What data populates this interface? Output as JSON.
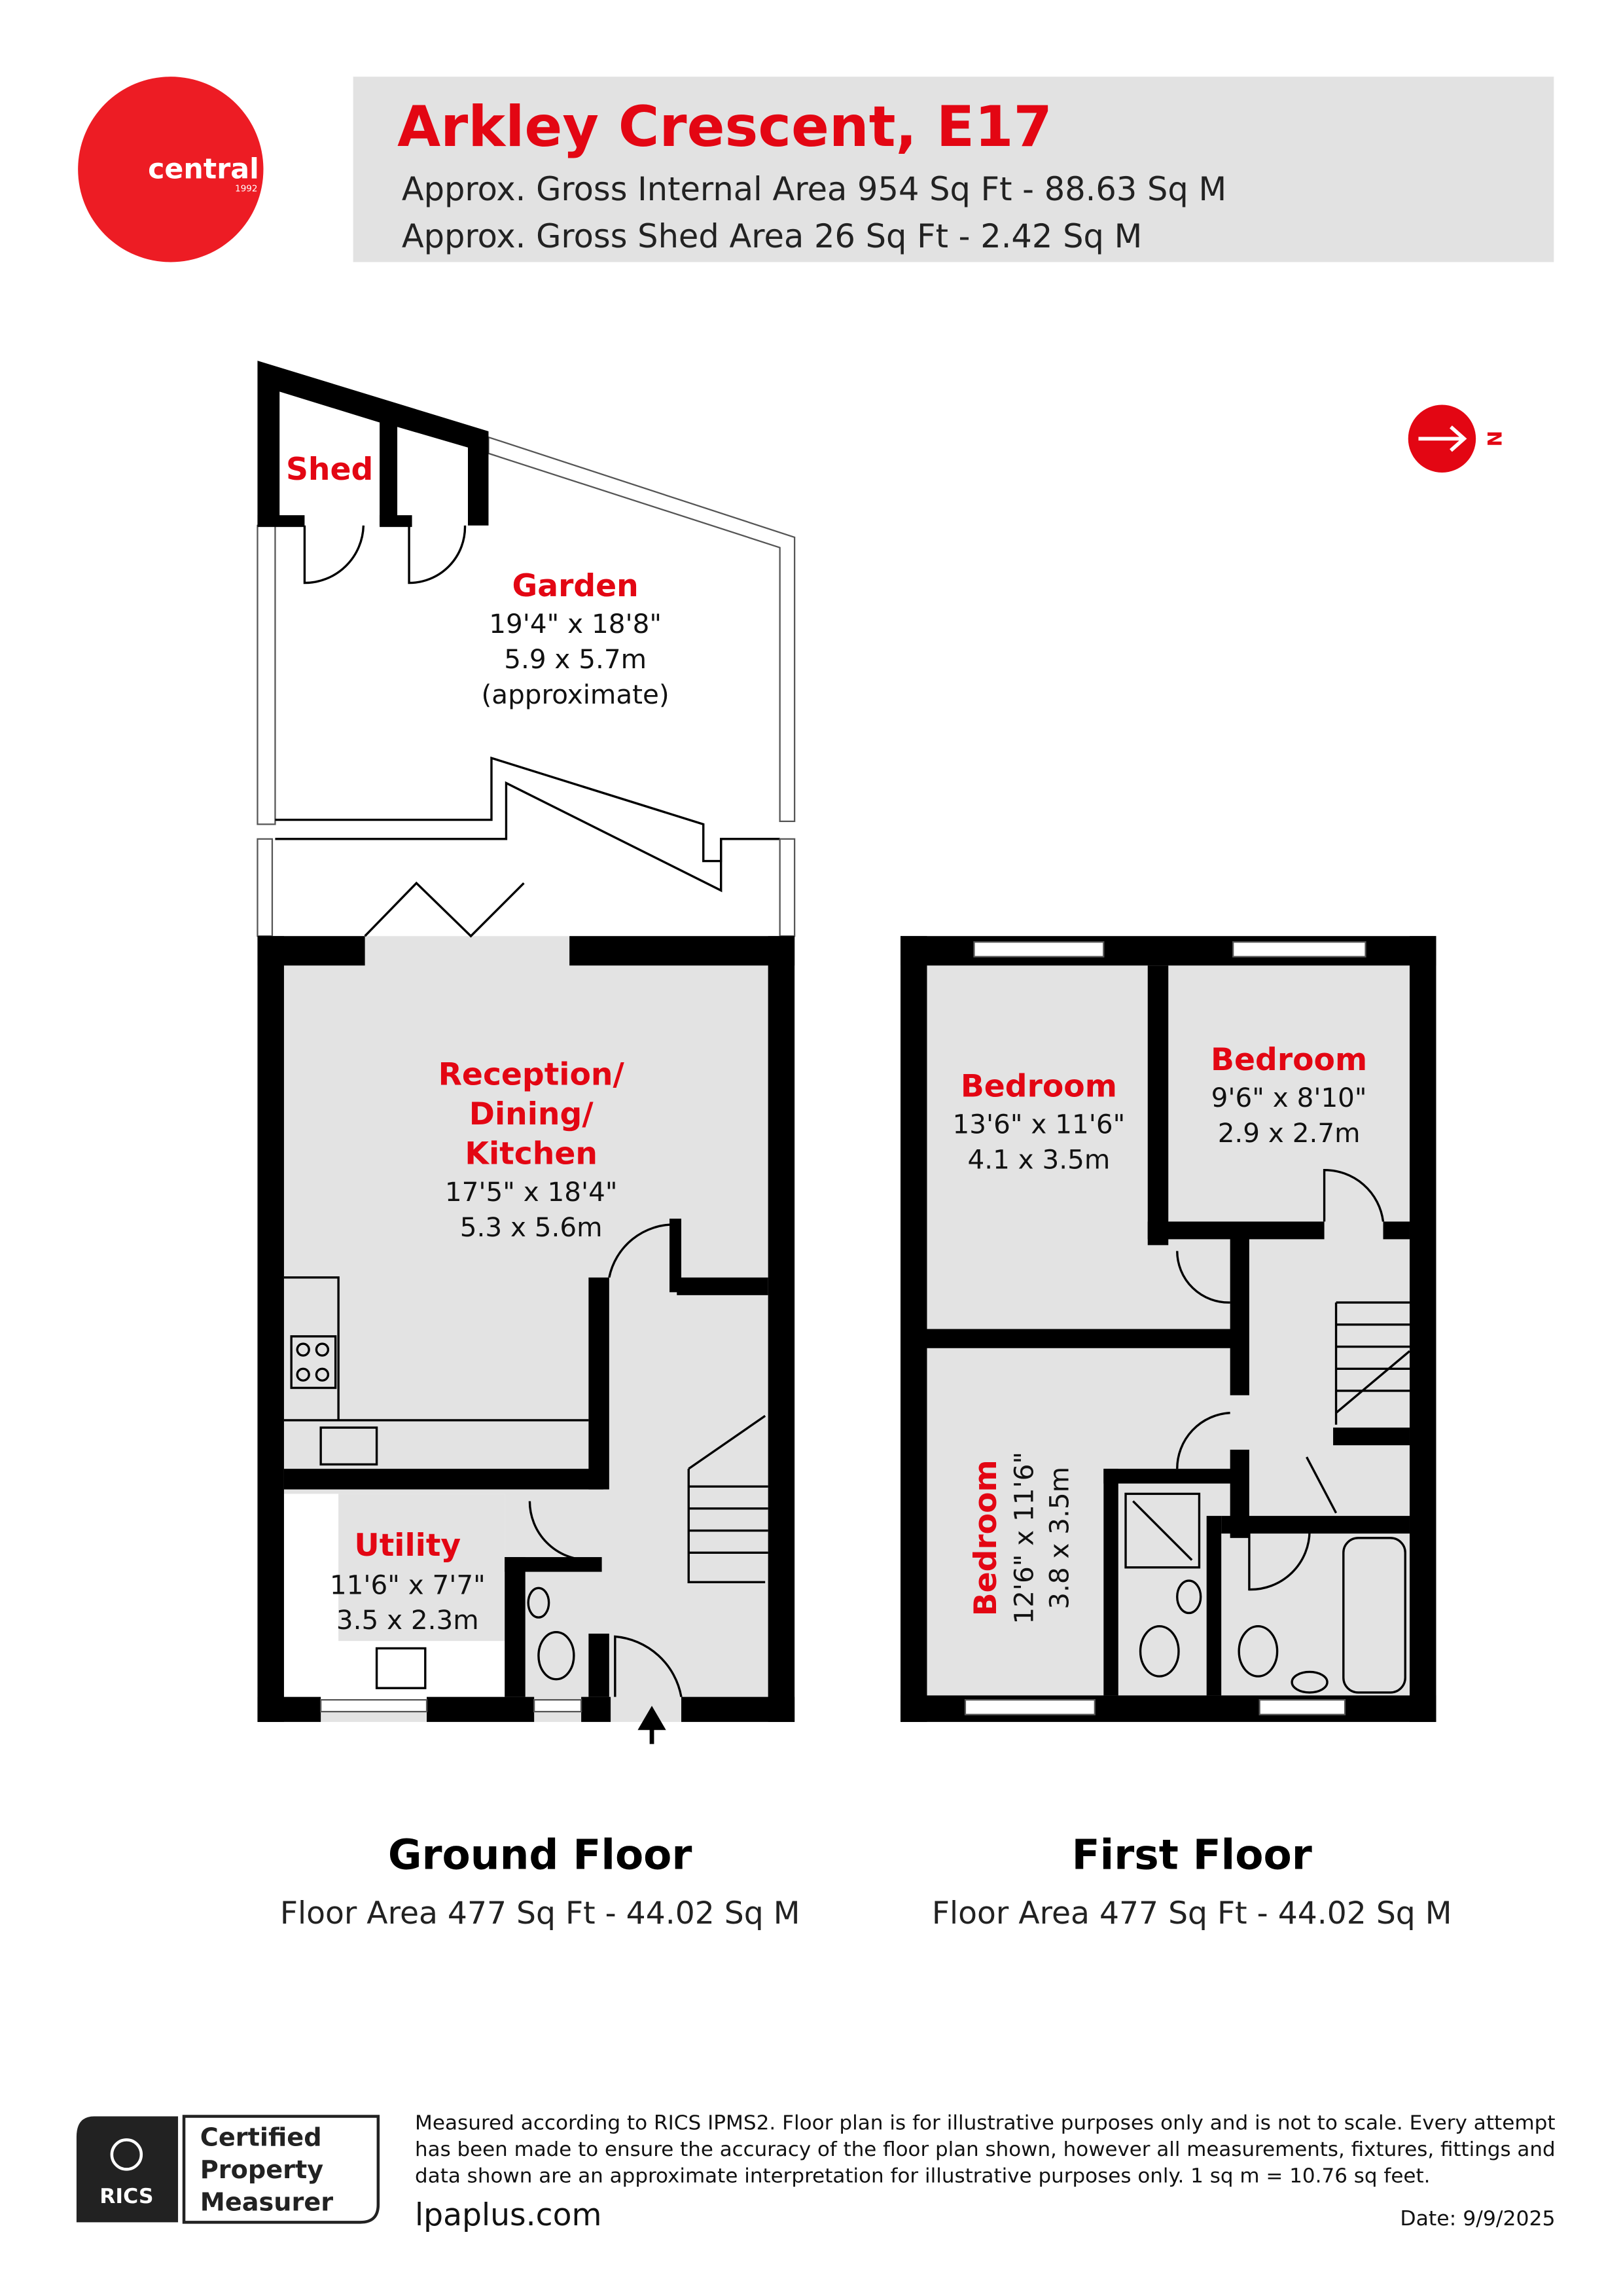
{
  "brand": {
    "logo_text": "central",
    "logo_year": "1992",
    "color": "#ed1c24"
  },
  "header": {
    "title": "Arkley Crescent, E17",
    "gross_internal": "Approx. Gross Internal Area 954 Sq Ft - 88.63 Sq M",
    "gross_shed": "Approx. Gross Shed Area 26 Sq Ft - 2.42 Sq M",
    "title_color": "#e30613"
  },
  "compass": {
    "label": "N",
    "icon": "north-arrow-icon"
  },
  "ground_floor": {
    "title": "Ground Floor",
    "area": "Floor Area 477 Sq Ft - 44.02 Sq M",
    "rooms": [
      {
        "name": "Shed",
        "lines": []
      },
      {
        "name": "Garden",
        "lines": [
          "19'4\" x 18'8\"",
          "5.9 x 5.7m",
          "(approximate)"
        ]
      },
      {
        "name": [
          "Reception/",
          "Dining/",
          "Kitchen"
        ],
        "lines": [
          "17'5\" x 18'4\"",
          "5.3 x 5.6m"
        ]
      },
      {
        "name": "Utility",
        "lines": [
          "11'6\" x 7'7\"",
          "3.5 x 2.3m"
        ]
      }
    ]
  },
  "first_floor": {
    "title": "First Floor",
    "area": "Floor Area 477 Sq Ft - 44.02 Sq M",
    "rooms": [
      {
        "name": "Bedroom",
        "lines": [
          "13'6\" x 11'6\"",
          "4.1 x 3.5m"
        ]
      },
      {
        "name": "Bedroom",
        "lines": [
          "9'6\" x 8'10\"",
          "2.9 x 2.7m"
        ]
      },
      {
        "name": "Bedroom",
        "lines": [
          "12'6\" x 11'6\"",
          "3.8 x 3.5m"
        ]
      }
    ]
  },
  "footer": {
    "badge": {
      "org": "RICS",
      "line1": "Certified",
      "line2": "Property",
      "line3": "Measurer"
    },
    "disclaimer": [
      "Measured according to RICS IPMS2. Floor plan is for illustrative purposes only and is not to scale. Every attempt",
      "has been made to ensure the accuracy of the floor plan shown, however all measurements, fixtures, fittings and",
      "data shown are an approximate interpretation for illustrative purposes only. 1 sq m = 10.76 sq feet."
    ],
    "website": "lpaplus.com",
    "date": "Date: 9/9/2025"
  }
}
